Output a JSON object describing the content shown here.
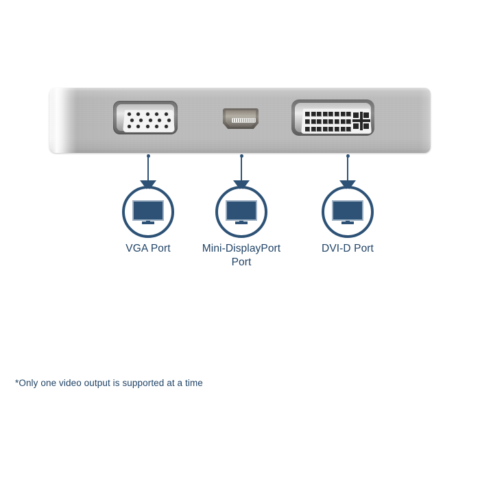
{
  "page": {
    "background": "#ffffff",
    "accent_blue": "#2d5276",
    "text_blue": "#1f4265",
    "device_body_color": "#bdbdbd"
  },
  "device": {
    "name": "video-adapter-device",
    "description": "Aluminum multi-port video adapter faceplate",
    "ports": [
      {
        "id": "vga",
        "name": "vga-port",
        "type": "VGA",
        "pin_count": 15
      },
      {
        "id": "mdp",
        "name": "mini-displayport-port",
        "type": "Mini DisplayPort",
        "pin_count": 20
      },
      {
        "id": "dvi",
        "name": "dvi-d-port",
        "type": "DVI-D",
        "pin_count": 24
      }
    ]
  },
  "callouts": [
    {
      "id": "vga",
      "icon": "monitor-icon",
      "label": "VGA Port",
      "label_line1": "VGA Port",
      "label_line2": ""
    },
    {
      "id": "mdp",
      "icon": "monitor-icon",
      "label": "Mini-DisplayPort Port",
      "label_line1": "Mini-DisplayPort",
      "label_line2": "Port"
    },
    {
      "id": "dvi",
      "icon": "monitor-icon",
      "label": "DVI-D Port",
      "label_line1": "DVI-D Port",
      "label_line2": ""
    }
  ],
  "footnote": {
    "text": "*Only one video output is supported at a time"
  }
}
